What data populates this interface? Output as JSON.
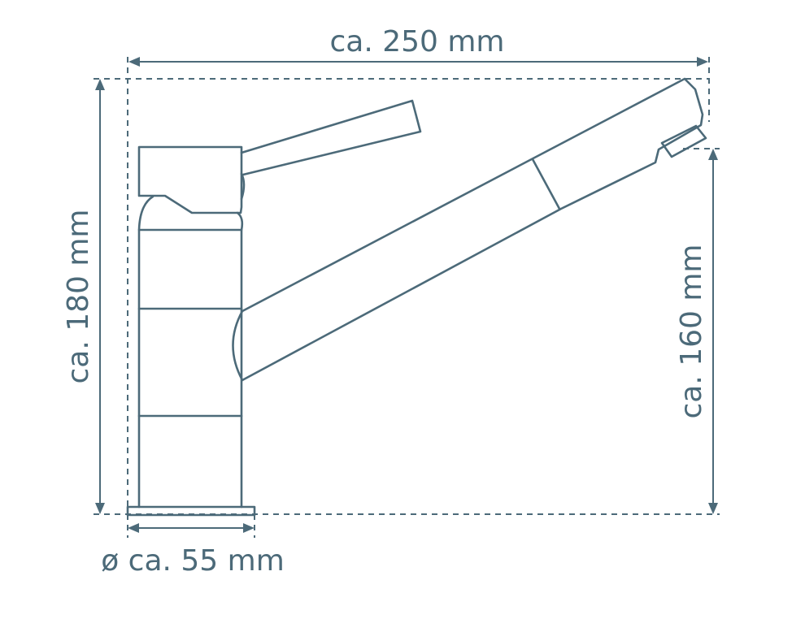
{
  "colors": {
    "line": "#4c6a79",
    "background": "#ffffff"
  },
  "dimensions": {
    "width_label": "ca. 250 mm",
    "height_label": "ca. 180 mm",
    "spout_height_label": "ca. 160 mm",
    "base_diameter_label": "ø ca. 55 mm"
  }
}
